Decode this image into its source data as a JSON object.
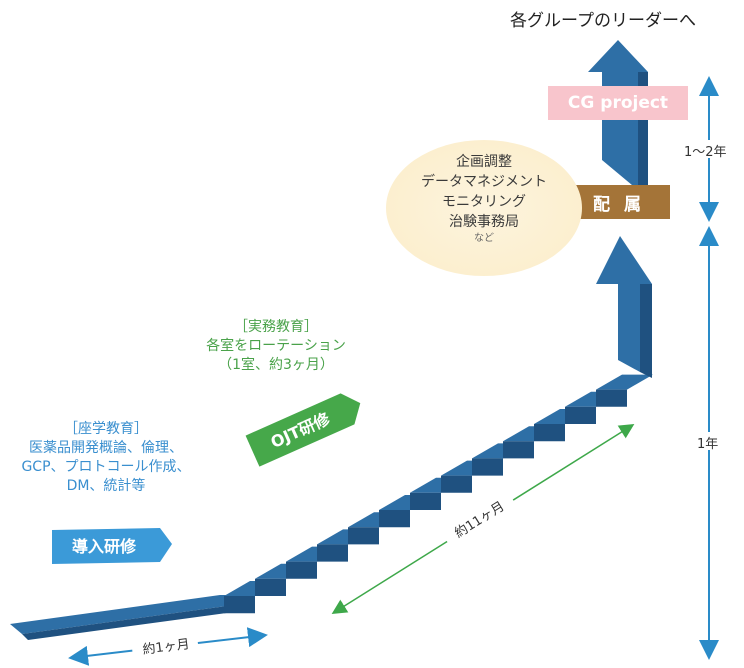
{
  "title": "各グループのリーダーへ",
  "cg_label": "CG project",
  "assign_label": "配属",
  "bubble": {
    "lines": [
      "企画調整",
      "データマネジメント",
      "モニタリング",
      "治験事務局"
    ],
    "etc": "など"
  },
  "lecture": {
    "heading": "［座学教育］",
    "lines": [
      "医薬品開発概論、倫理、",
      "GCP、プロトコール作成、",
      "DM、統計等"
    ]
  },
  "practical": {
    "heading": "［実務教育］",
    "lines": [
      "各室をローテーション",
      "（1室、約3ヶ月）"
    ]
  },
  "stage_intro": "導入研修",
  "stage_ojt": "OJT研修",
  "durations": {
    "intro": "約1ヶ月",
    "ojt": "約11ヶ月",
    "year1": "1年",
    "year2": "1〜2年"
  },
  "colors": {
    "stair_top": "#2e6fa6",
    "stair_front": "#1f5180",
    "intro_arrow": "#3b9ad8",
    "ojt_arrow": "#46a84a",
    "cg_badge": "#f8c5cc",
    "assign_badge": "#a47438",
    "timeline": "#2a8bc8",
    "ojt_span": "#3ea84a"
  }
}
